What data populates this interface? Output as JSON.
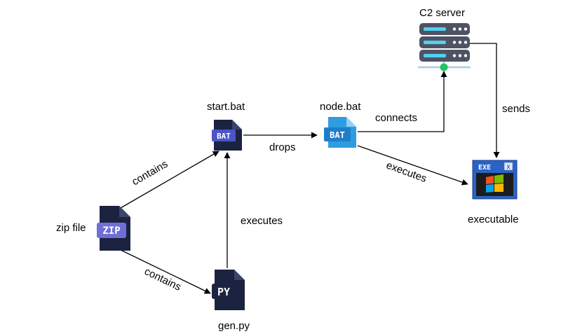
{
  "nodes": {
    "zip": {
      "label": "zip file",
      "badge": "ZIP"
    },
    "start": {
      "label": "start.bat",
      "badge": "BAT"
    },
    "node": {
      "label": "node.bat",
      "badge": "BAT"
    },
    "gen": {
      "label": "gen.py",
      "badge": "PY"
    },
    "c2": {
      "label": "C2 server"
    },
    "exe": {
      "label": "executable",
      "badge": "EXE",
      "close_glyph": "x"
    }
  },
  "edges": {
    "zip_start": "contains",
    "zip_gen": "contains",
    "gen_start": "executes",
    "start_node": "drops",
    "node_c2": "connects",
    "c2_exe": "sends",
    "node_exe": "executes"
  },
  "colors": {
    "dark_file": "#1b2340",
    "zip_badge": "#6f6fd6",
    "bat_badge": "#4b55c9",
    "node_file": "#2f9ce0",
    "server_body": "#4e5363",
    "server_light": "#53d0ef",
    "server_dot": "#22c55e",
    "exe_title": "#2a63c6"
  }
}
